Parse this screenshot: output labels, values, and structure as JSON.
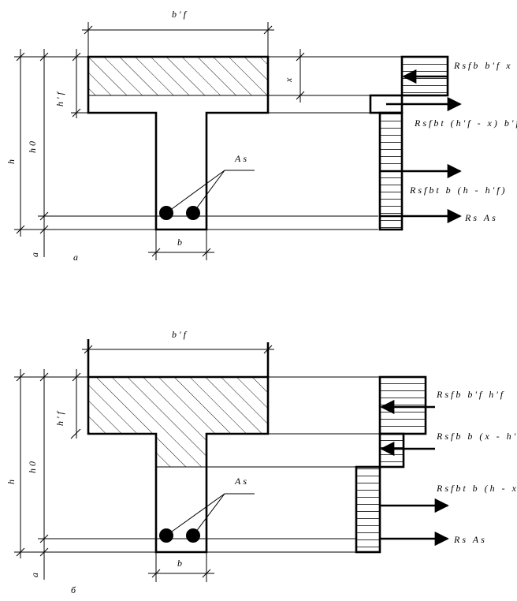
{
  "diagram_a": {
    "caption": "а",
    "dims": {
      "bf": "b'f",
      "hf": "h'f",
      "h0": "h0",
      "h": "h",
      "a": "a",
      "b": "b",
      "x": "x"
    },
    "rebar_label": "As",
    "forces": {
      "f1": "Rsfb b'f x",
      "f2": "Rsfbt (h'f - x) b'f",
      "f3": "Rsfbt b (h - h'f)",
      "f4": "Rs As"
    }
  },
  "diagram_b": {
    "caption": "б",
    "dims": {
      "bf": "b'f",
      "hf": "h'f",
      "h0": "h0",
      "h": "h",
      "a": "a",
      "b": "b"
    },
    "rebar_label": "As",
    "forces": {
      "f1": "Rsfb b'f h'f",
      "f2": "Rsfb b (x - h'f)",
      "f3": "Rsfbt b (h - x)",
      "f4": "Rs As"
    }
  }
}
